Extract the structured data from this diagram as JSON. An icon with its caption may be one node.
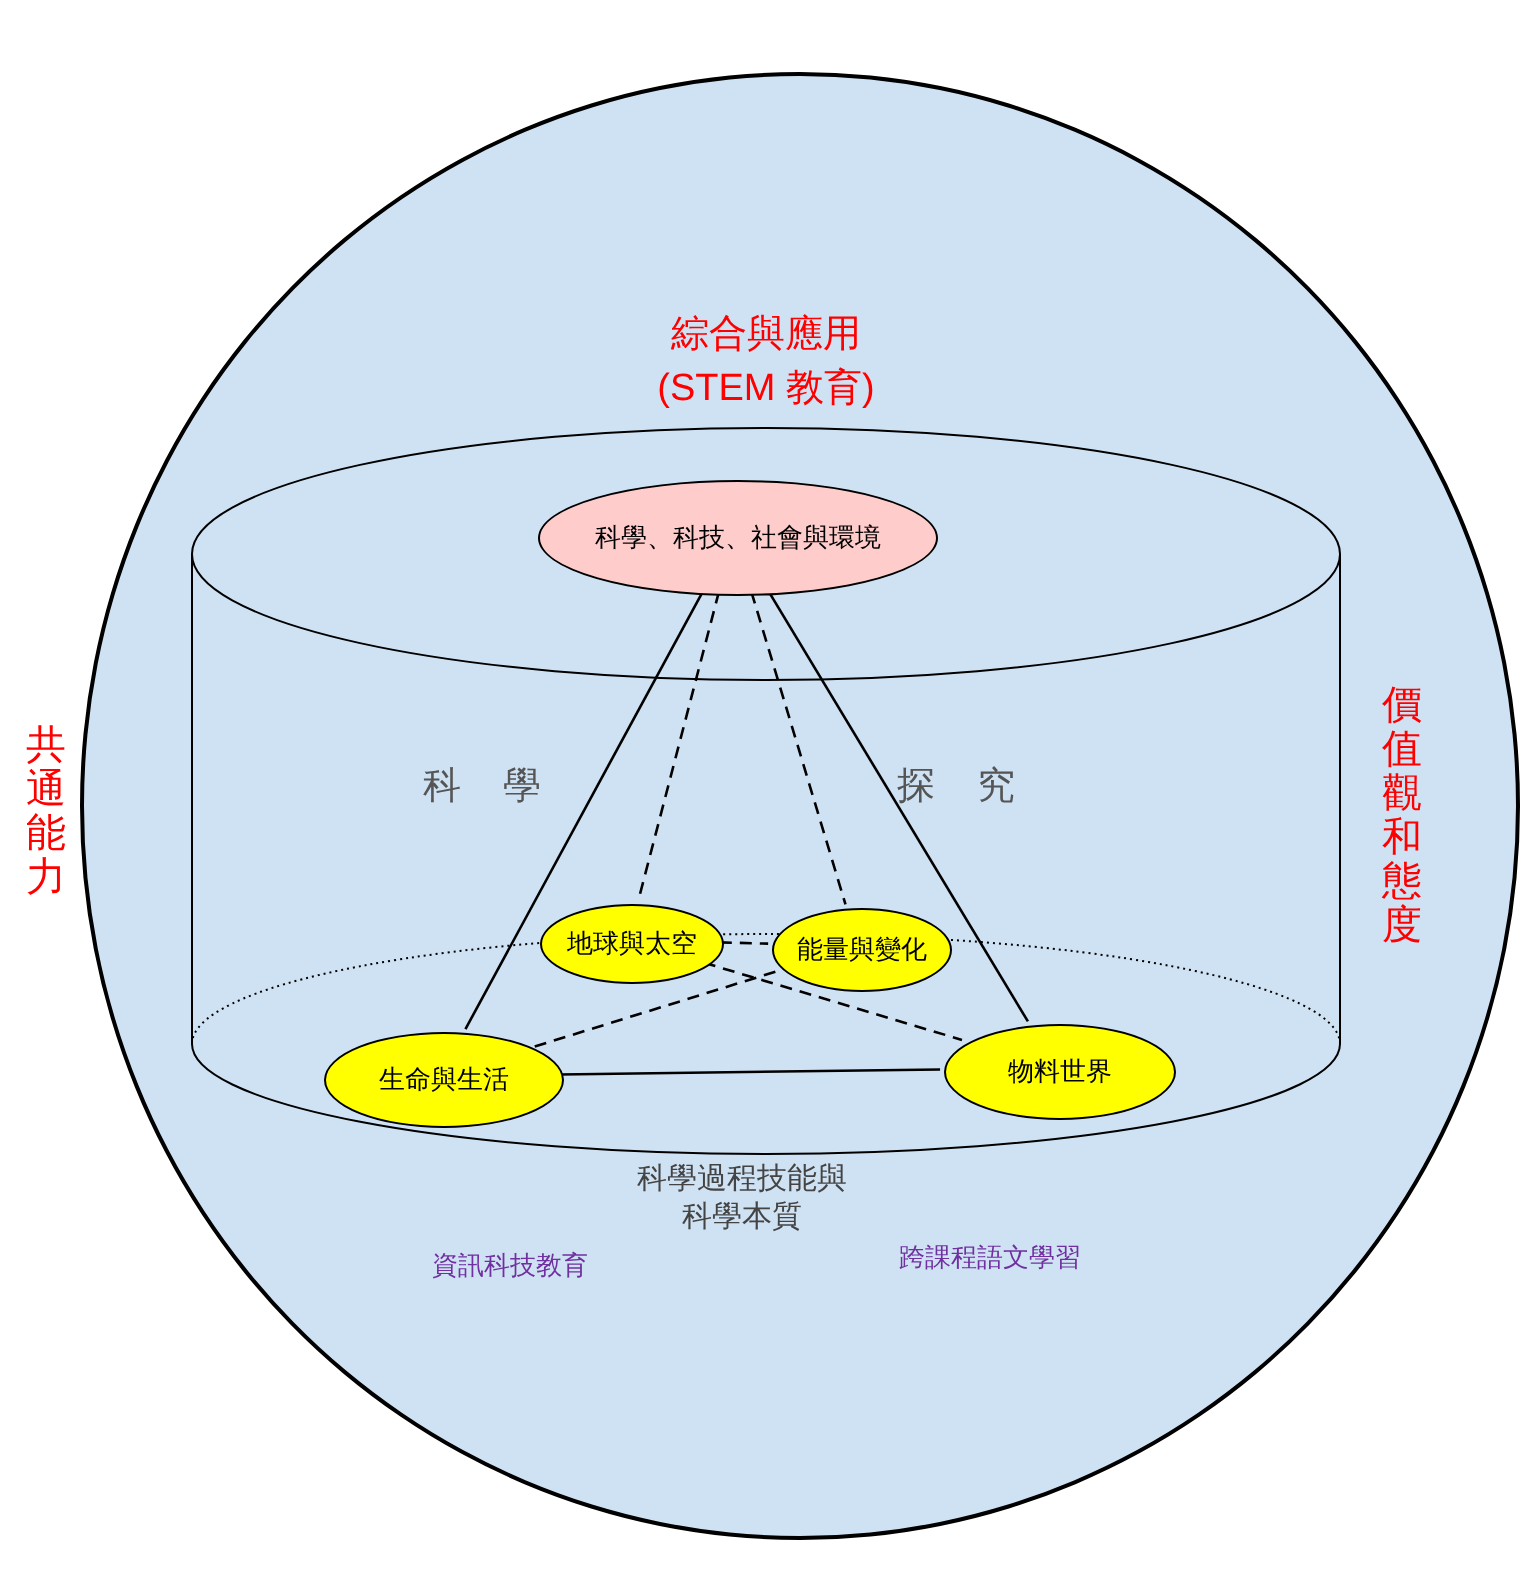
{
  "diagram": {
    "nodes": [
      {
        "text": [],
        "shape": "circle"
      },
      {
        "text": [
          "綜合與應用 (STEM 教育)"
        ],
        "in": 0
      },
      {
        "text": [
          "科學、科技、社會與環境"
        ],
        "in": 1
      },
      {
        "text": [
          "地球與太空"
        ],
        "in": 1
      },
      {
        "text": [
          "能量與變化"
        ],
        "in": 1
      },
      {
        "text": [
          "生命與生活"
        ],
        "in": 1
      },
      {
        "text": [
          "物料世界"
        ],
        "in": 1
      }
    ],
    "edges": [
      {
        "from": 2,
        "to": 5,
        "arrow": "none"
      },
      {
        "from": 2,
        "to": 6,
        "arrow": "none"
      },
      {
        "from": 5,
        "to": 6,
        "arrow": "none"
      },
      {
        "from": 2,
        "to": 3,
        "arrow": "none",
        "style": "dashed"
      },
      {
        "from": 2,
        "to": 4,
        "arrow": "none",
        "style": "dashed"
      },
      {
        "from": 3,
        "to": 4,
        "arrow": "none",
        "style": "dashed"
      },
      {
        "from": 5,
        "to": 4,
        "arrow": "none",
        "style": "dashed"
      },
      {
        "from": 3,
        "to": 6,
        "arrow": "none",
        "style": "dashed"
      }
    ],
    "labels": [
      "共通能力",
      "價值觀和態度",
      "科 學",
      "探 究",
      "科學過程技能與科學本質",
      "資訊科技教育",
      "跨課程語文學習"
    ]
  }
}
